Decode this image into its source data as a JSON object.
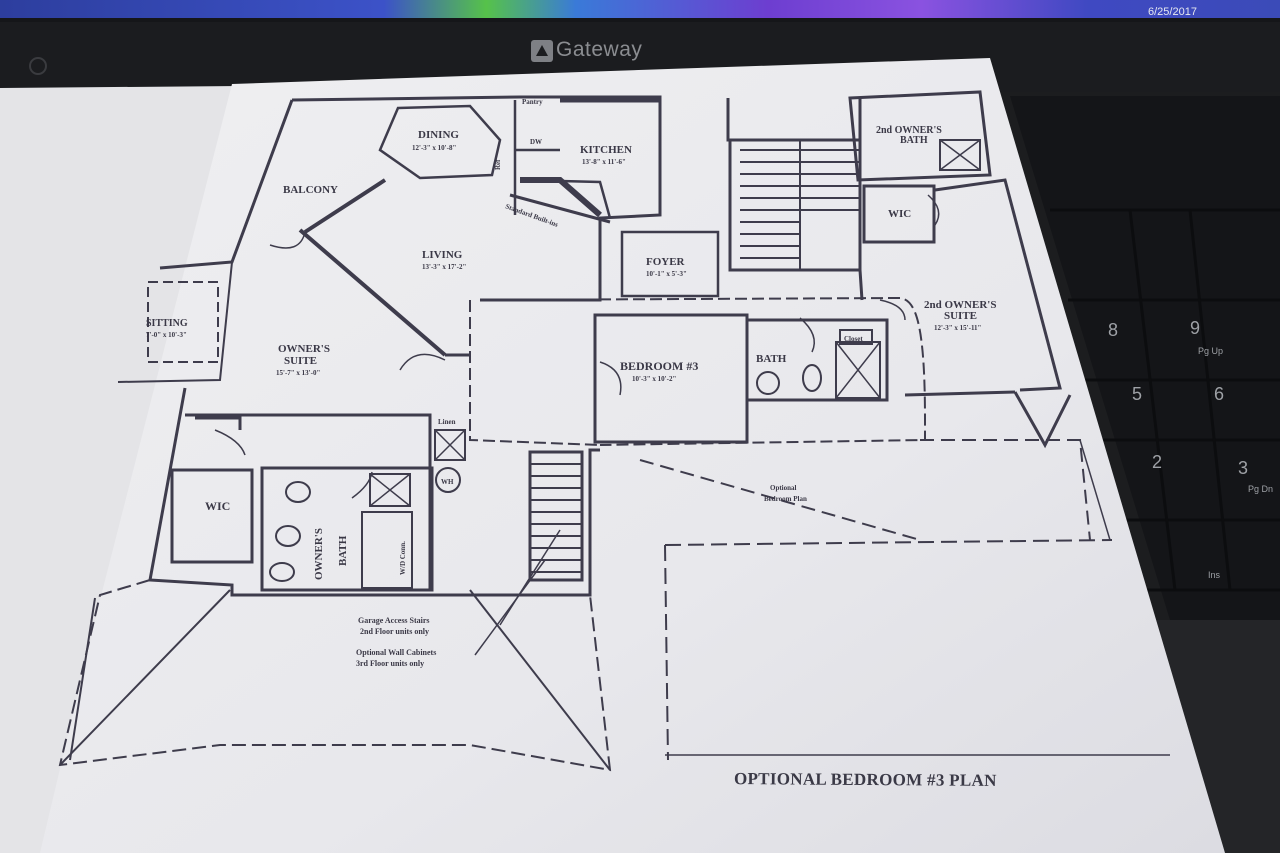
{
  "monitor": {
    "date": "6/25/2017",
    "brand": "Gateway"
  },
  "keyboard": {
    "keys": [
      "8",
      "9",
      "Pg Up",
      "5",
      "6",
      "2",
      "3",
      "Pg Dn",
      "Ins"
    ]
  },
  "floor_plan": {
    "rooms": [
      {
        "name": "DINING",
        "size": "12'-3\" x 10'-8\""
      },
      {
        "name": "KITCHEN",
        "size": "13'-8\" x 11'-6\""
      },
      {
        "name": "BALCONY",
        "size": ""
      },
      {
        "name": "LIVING",
        "size": "13'-3\" x 17'-2\""
      },
      {
        "name": "FOYER",
        "size": "10'-1\" x 5'-3\""
      },
      {
        "name": "SITTING",
        "size": "7'-0\" x 10'-3\""
      },
      {
        "name": "OWNER'S",
        "size": ""
      },
      {
        "name": "SUITE",
        "size": "15'-7\" x 13'-0\""
      },
      {
        "name": "BEDROOM #3",
        "size": "10'-3\" x 10'-2\""
      },
      {
        "name": "BATH",
        "size": ""
      },
      {
        "name": "2nd OWNER'S",
        "size": ""
      },
      {
        "name": "SUITE",
        "size": "12'-3\" x 15'-11\""
      },
      {
        "name": "2nd OWNER'S",
        "size": ""
      },
      {
        "name": "BATH",
        "size": ""
      },
      {
        "name": "WIC",
        "size": ""
      },
      {
        "name": "WIC",
        "size": ""
      },
      {
        "name": "OWNER'S",
        "size": ""
      },
      {
        "name": "BATH",
        "size": ""
      }
    ],
    "small_labels": {
      "pantry": "Pantry",
      "linen": "Linen",
      "closet": "Closet",
      "wh": "WH",
      "wd": "W/D Conn.",
      "ref": "Ref",
      "dw": "DW",
      "shelf": "Standard Built-ins",
      "optional_bedroom": "Optional",
      "optional_bedroom2": "Bedroom Plan"
    },
    "notes": [
      "Garage Access Stairs",
      "2nd Floor units only",
      "Optional Wall Cabinets",
      "3rd Floor units only"
    ],
    "caption": "OPTIONAL BEDROOM #3 PLAN"
  },
  "colors": {
    "paper": "#ececee",
    "ink": "#3e3c4c",
    "desk": "#1c1d1f",
    "screen": "#3a4bb3"
  }
}
